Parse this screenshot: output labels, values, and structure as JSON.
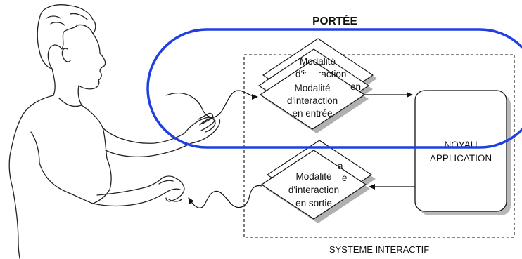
{
  "scope": {
    "label": "PORTÉE",
    "color": "#1f3fe0"
  },
  "system": {
    "label": "SYSTEME INTERACTIF"
  },
  "input_modality": {
    "line1": "Modalité",
    "line2": "d'interaction",
    "line3": "en entrée",
    "back_fragment_1": "Modalité",
    "back_fragment_2": "d'interaction",
    "back_fragment_3": "en"
  },
  "output_modality": {
    "line1": "Modalité",
    "line2": "d'interaction",
    "line3": "en sortie"
  },
  "core": {
    "line1": "NOYAU",
    "line2": "APPLICATION"
  },
  "user": {
    "icon": "human-figure-outline"
  }
}
